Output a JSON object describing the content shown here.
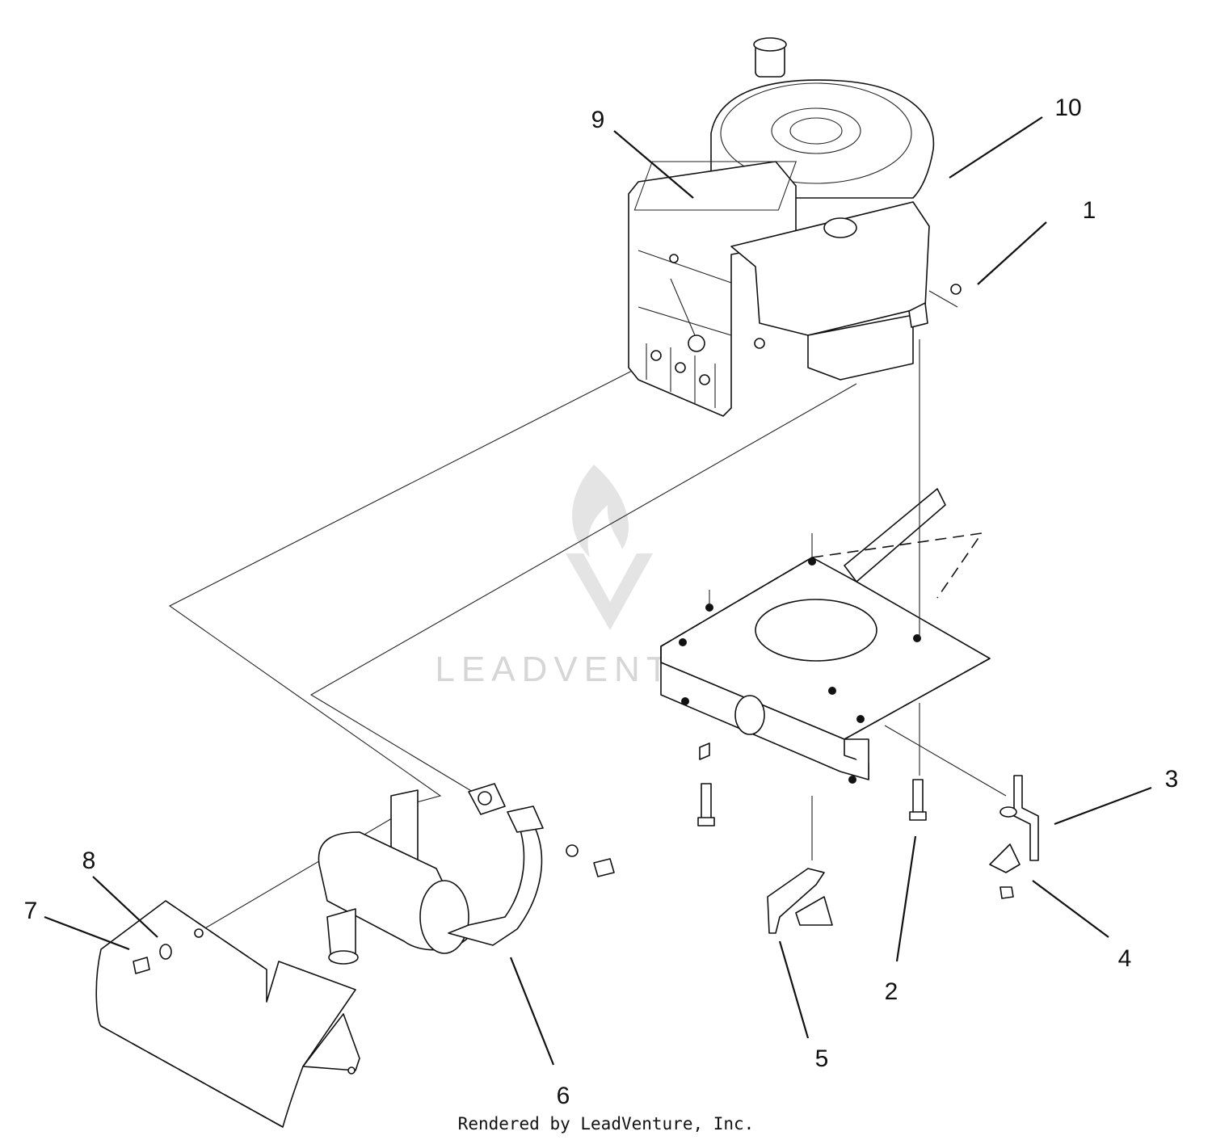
{
  "callouts": [
    {
      "id": "1",
      "label": "1"
    },
    {
      "id": "2",
      "label": "2"
    },
    {
      "id": "3",
      "label": "3"
    },
    {
      "id": "4",
      "label": "4"
    },
    {
      "id": "5",
      "label": "5"
    },
    {
      "id": "6",
      "label": "6"
    },
    {
      "id": "7",
      "label": "7"
    },
    {
      "id": "8",
      "label": "8"
    },
    {
      "id": "9",
      "label": "9"
    },
    {
      "id": "10",
      "label": "10"
    }
  ],
  "watermark": {
    "text": "LEADVENTURE"
  },
  "footer": {
    "credit": "Rendered by LeadVenture, Inc."
  },
  "colors": {
    "line": "#111111",
    "background": "#ffffff",
    "watermark": "#d8d8d8"
  }
}
